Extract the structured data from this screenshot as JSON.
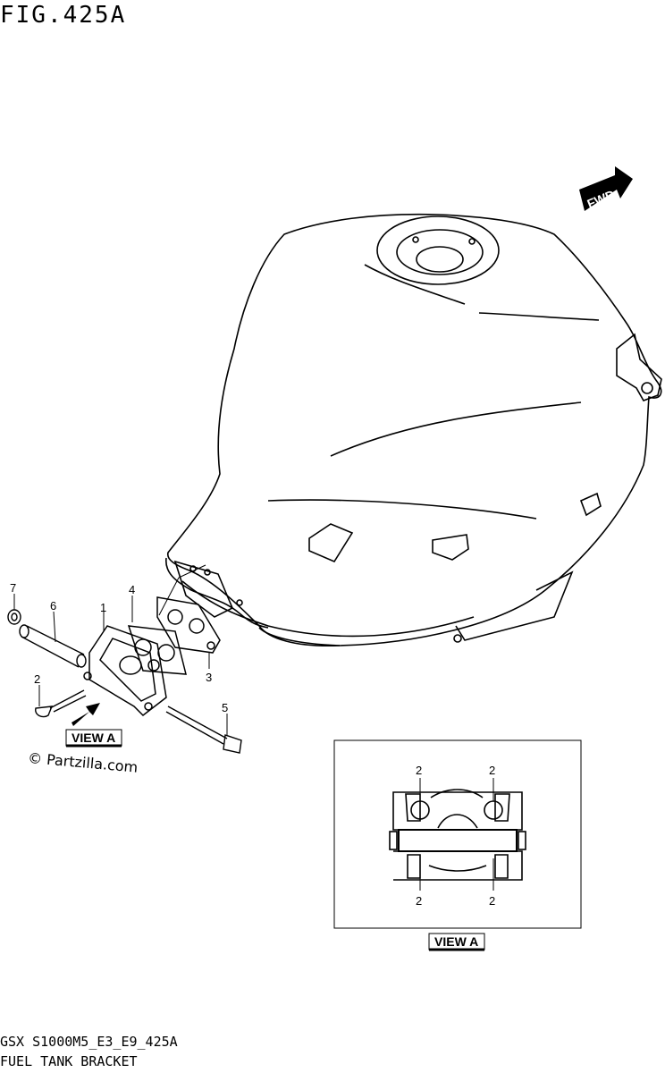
{
  "figure": {
    "title": "FIG.425A",
    "footer_code": "GSX S1000M5_E3_E9_425A",
    "footer_name": "FUEL TANK BRACKET",
    "watermark": "© Partzilla.com"
  },
  "orientation": {
    "fwd_label": "FWD"
  },
  "callouts": {
    "part_1": "1",
    "part_2": "2",
    "part_3": "3",
    "part_4": "4",
    "part_5": "5",
    "part_6": "6",
    "part_7": "7"
  },
  "view_a": {
    "label": "VIEW A",
    "detail_callouts": [
      "2",
      "2",
      "2",
      "2"
    ]
  }
}
